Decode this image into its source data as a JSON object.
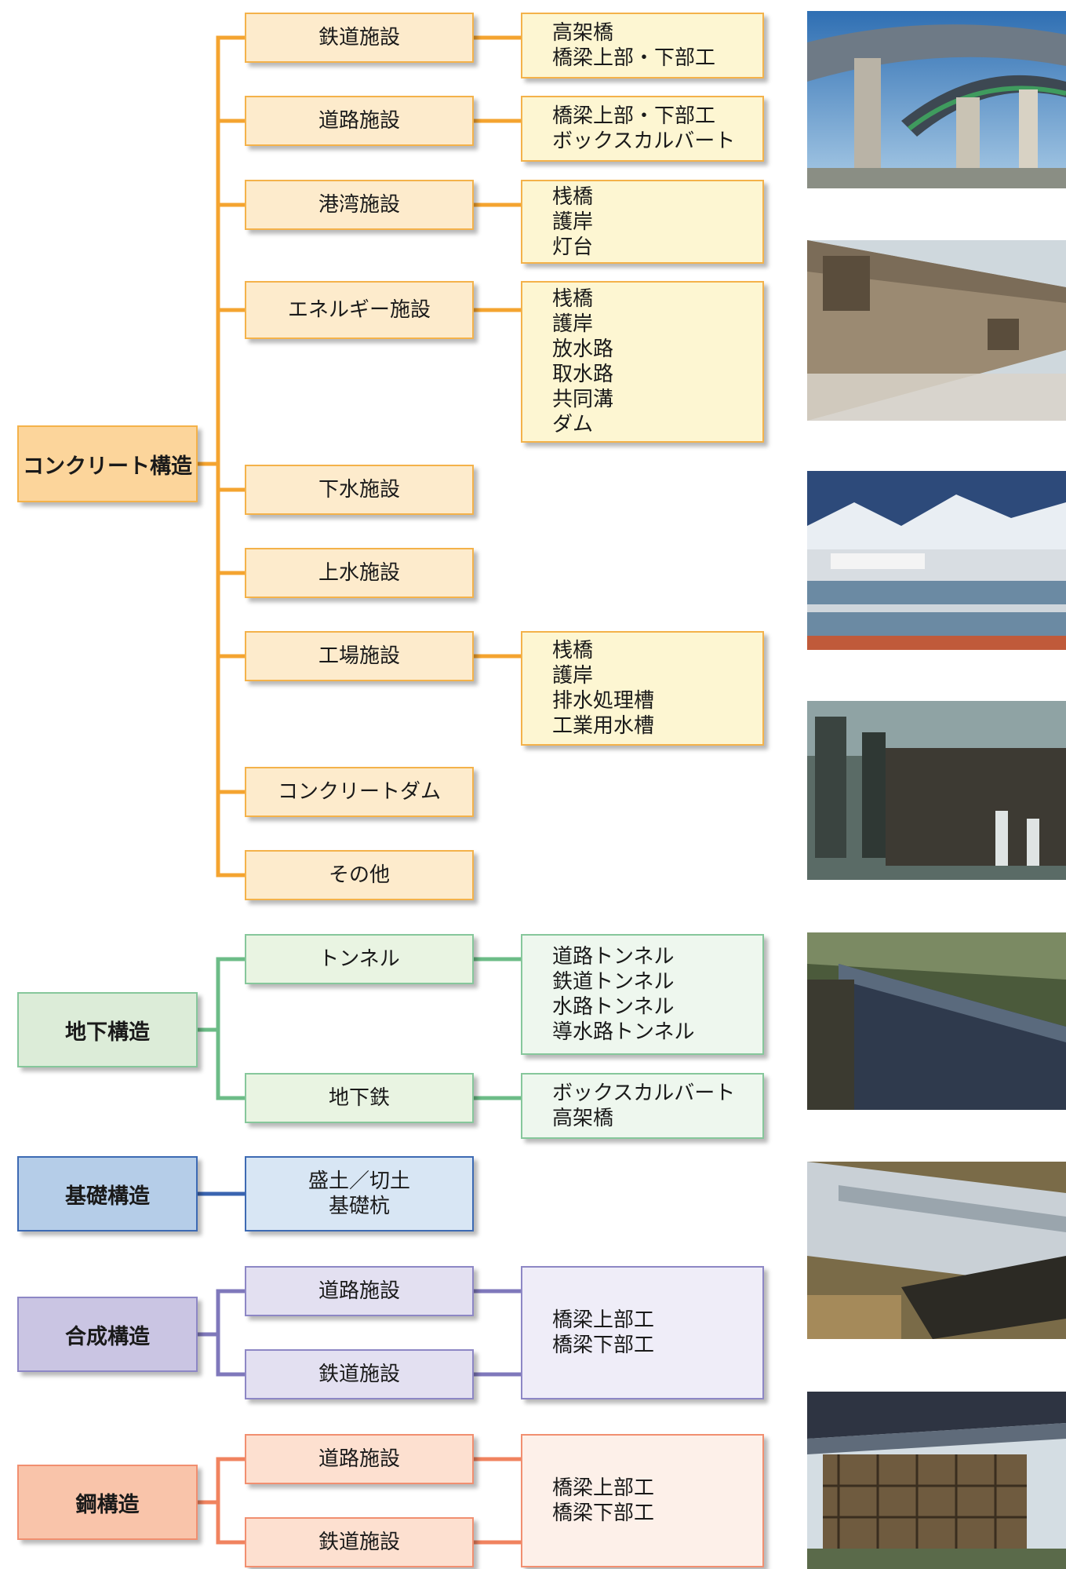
{
  "colors": {
    "concrete": {
      "line": "#f4a430",
      "cat_bg": "#fcd59b",
      "fac_bg": "#fdebcc",
      "det_bg": "#fdf6d2"
    },
    "underground": {
      "line": "#6cbc87",
      "cat_bg": "#dcecd8",
      "fac_bg": "#e9f4e2",
      "det_bg": "#eef7ee"
    },
    "foundation": {
      "line": "#3a64b0",
      "cat_bg": "#b5cde8",
      "fac_bg": "#d8e6f4"
    },
    "composite": {
      "line": "#7f78bb",
      "cat_bg": "#cac5e3",
      "fac_bg": "#e3e0f1",
      "det_bg": "#efedf8"
    },
    "steel": {
      "line": "#f0835f",
      "cat_bg": "#f9c4aa",
      "fac_bg": "#fde0d0",
      "det_bg": "#fdf0e9"
    }
  },
  "categories": [
    {
      "key": "concrete",
      "label": "コンクリート構造",
      "facilities": [
        {
          "label": [
            "鉄道施設"
          ],
          "details": [
            "高架橋",
            "橋梁上部・下部工"
          ]
        },
        {
          "label": [
            "道路施設"
          ],
          "details": [
            "橋梁上部・下部工",
            "ボックスカルバート"
          ]
        },
        {
          "label": [
            "港湾施設"
          ],
          "details": [
            "桟橋",
            "護岸",
            "灯台"
          ]
        },
        {
          "label": [
            "エネルギー施設"
          ],
          "details": [
            "桟橋",
            "護岸",
            "放水路",
            "取水路",
            "共同溝",
            "ダム"
          ]
        },
        {
          "label": [
            "下水施設"
          ],
          "details": []
        },
        {
          "label": [
            "上水施設"
          ],
          "details": []
        },
        {
          "label": [
            "工場施設"
          ],
          "details": [
            "桟橋",
            "護岸",
            "排水処理槽",
            "工業用水槽"
          ]
        },
        {
          "label": [
            "コンクリートダム"
          ],
          "details": []
        },
        {
          "label": [
            "その他"
          ],
          "details": []
        }
      ]
    },
    {
      "key": "underground",
      "label": "地下構造",
      "facilities": [
        {
          "label": [
            "トンネル"
          ],
          "details": [
            "道路トンネル",
            "鉄道トンネル",
            "水路トンネル",
            "導水路トンネル"
          ]
        },
        {
          "label": [
            "地下鉄"
          ],
          "details": [
            "ボックスカルバート",
            "高架橋"
          ]
        }
      ]
    },
    {
      "key": "foundation",
      "label": "基礎構造",
      "facilities": [
        {
          "label": [
            "盛土／切土",
            "基礎杭"
          ],
          "details": []
        }
      ]
    },
    {
      "key": "composite",
      "label": "合成構造",
      "facilities": [
        {
          "label": [
            "道路施設"
          ]
        },
        {
          "label": [
            "鉄道施設"
          ]
        }
      ],
      "shared_details": [
        "橋梁上部工",
        "橋梁下部工"
      ]
    },
    {
      "key": "steel",
      "label": "鋼構造",
      "facilities": [
        {
          "label": [
            "道路施設"
          ]
        },
        {
          "label": [
            "鉄道施設"
          ]
        }
      ],
      "shared_details": [
        "橋梁上部工",
        "橋梁下部工"
      ]
    }
  ],
  "photos": [
    {
      "name": "elevated-expressway-photo"
    },
    {
      "name": "concrete-viaduct-photo"
    },
    {
      "name": "water-treatment-plant-photo"
    },
    {
      "name": "industrial-plant-photo"
    },
    {
      "name": "retaining-wall-construction-photo"
    },
    {
      "name": "steel-box-girder-photo"
    },
    {
      "name": "bridge-under-construction-photo"
    }
  ]
}
